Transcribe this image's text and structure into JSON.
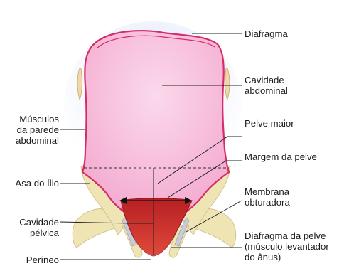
{
  "labels": {
    "diafragma": "Diafragma",
    "cavidade_abdominal": [
      "Cavidade",
      "abdominal"
    ],
    "pelve_maior": "Pelve maior",
    "margem_pelve": "Margem da pelve",
    "membrana_obturadora": [
      "Membrana",
      "obturadora"
    ],
    "diafragma_pelve": [
      "Diafragma da pelve",
      "(músculo levantador",
      "do ânus)"
    ],
    "musculos_parede": [
      "Músculos",
      "da parede",
      "abdominal"
    ],
    "asa_ilio": "Asa do ílio",
    "cavidade_pelvica": [
      "Cavidade",
      "pélvica"
    ],
    "perineo": "Períneo"
  },
  "colors": {
    "abdominal_fill": "#f6b4d6",
    "abdominal_center": "#fbd6ea",
    "wall_line": "#d42d6a",
    "diaphragm_glow": "#c9d6f2",
    "bone": "#efe4b4",
    "bone_edge": "#d4c48c",
    "pelvic_cavity": "#c0262b",
    "pelvic_floor": "#e2686a",
    "leader": "#222222"
  }
}
